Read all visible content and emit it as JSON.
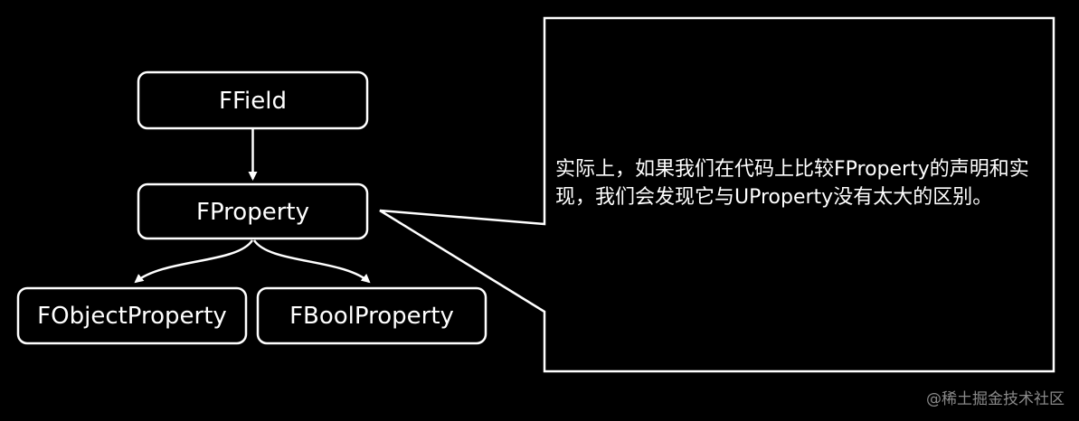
{
  "colors": {
    "background": "#000000",
    "stroke": "#ffffff",
    "text": "#ffffff",
    "watermark": "#8a8a8a"
  },
  "nodes": {
    "ffield": "FField",
    "fproperty": "FProperty",
    "fobjectproperty": "FObjectProperty",
    "fboolproperty": "FBoolProperty"
  },
  "callout": {
    "text": "实际上，如果我们在代码上比较FProperty的声明和实现，我们会发现它与UProperty没有太大的区别。"
  },
  "watermark": "@稀土掘金技术社区"
}
